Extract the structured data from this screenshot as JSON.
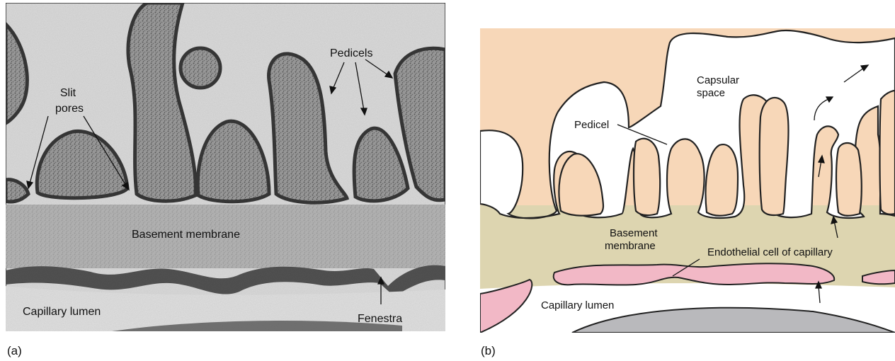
{
  "panel_a": {
    "letter": "(a)",
    "labels": {
      "pedicels": "Pedicels",
      "slit_pores_line1": "Slit",
      "slit_pores_line2": "pores",
      "basement_membrane": "Basement membrane",
      "capillary_lumen": "Capillary lumen",
      "fenestra": "Fenestra"
    }
  },
  "panel_b": {
    "letter": "(b)",
    "labels": {
      "capsular_space_line1": "Capsular",
      "capsular_space_line2": "space",
      "pedicel": "Pedicel",
      "basement_membrane_line1": "Basement",
      "basement_membrane_line2": "membrane",
      "endothelial_cell": "Endothelial cell of capillary",
      "capillary_lumen": "Capillary lumen"
    }
  },
  "colors": {
    "micrograph_background": "#d9d9d9",
    "micrograph_dark": "#3a3a3a",
    "podocyte_fill": "#f7d7b8",
    "basement_membrane_fill": "#ddd5b0",
    "endothelial_fill": "#f2b8c6",
    "nucleus_fill": "#b9b9bc",
    "outline": "#222222"
  }
}
